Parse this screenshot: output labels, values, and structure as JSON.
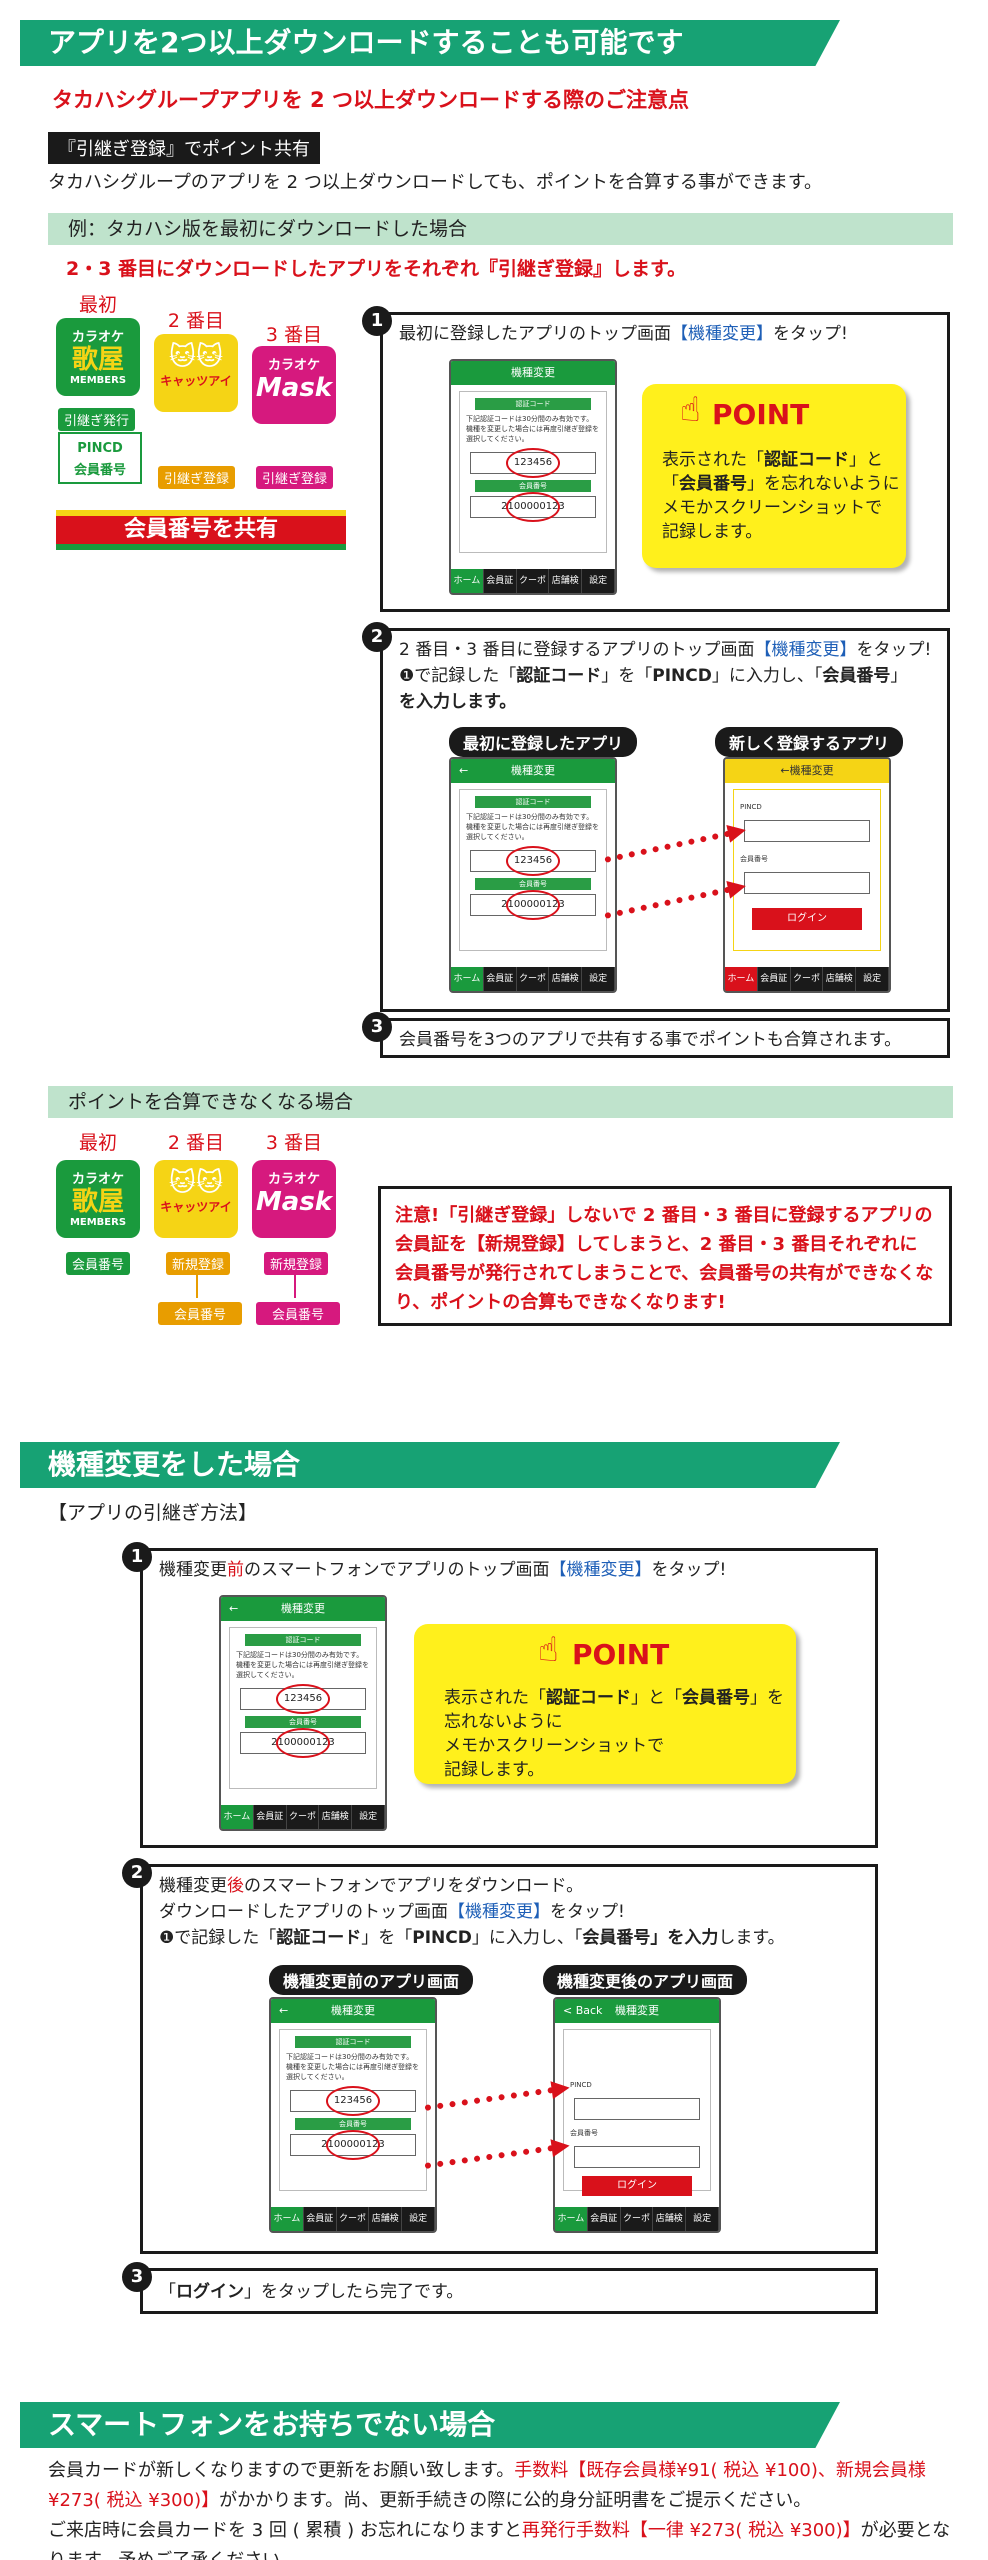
{
  "s1": {
    "title": "アプリを2つ以上ダウンロードすることも可能です",
    "lead": "タカハシグループアプリを 2 つ以上ダウンロードする際のご注意点",
    "label": "『引継ぎ登録』でポイント共有",
    "desc": "タカハシグループのアプリを 2 つ以上ダウンロードしても、ポイントを合算する事ができます。",
    "example_bar": "例：タカハシ版を最初にダウンロードした場合",
    "example_note": "2・3 番目にダウンロードしたアプリをそれぞれ『引継ぎ登録』します。",
    "order_labels": [
      "最初",
      "2 番目",
      "3 番目"
    ],
    "logo1": {
      "l1": "カラオケ",
      "l2": "歌屋",
      "l3": "MEMBERS"
    },
    "logo2": {
      "l1": "",
      "l2": "🐱🐱",
      "l3": "キャッツアイ"
    },
    "logo3": {
      "l1": "カラオケ",
      "l2": "Mask",
      "l3": ""
    },
    "hikitsugi_issue": "引継ぎ発行",
    "pincd": "PINCD",
    "member_no": "会員番号",
    "hikitsugi": "引継ぎ登録",
    "share_bar": "会員番号を共有",
    "step1_text_a": "最初に登録したアプリのトップ画面",
    "step1_text_b": "【機種変更】",
    "step1_text_c": "をタップ!",
    "step2_text_a": "2 番目・3 番目に登録するアプリのトップ画面",
    "step2_text_b": "【機種変更】",
    "step2_text_c": "をタップ!",
    "step2_line2_a": "❶で記録した「",
    "step2_line2_b": "認証コード",
    "step2_line2_c": "」を「",
    "step2_line2_d": "PINCD",
    "step2_line2_e": "」に入力し、「",
    "step2_line2_f": "会員番号",
    "step2_line2_g": "」",
    "step2_line3": "を入力します。",
    "pill_first": "最初に登録したアプリ",
    "pill_new": "新しく登録するアプリ",
    "step3_text": "会員番号を3つのアプリで共有する事でポイントも合算されます。",
    "fail_bar": "ポイントを合算できなくなる場合",
    "new_reg": "新規登録",
    "warning": "注意!「引継ぎ登録」しないで 2 番目・3 番目に登録するアプリの会員証を【新規登録】してしまうと、2 番目・3 番目それぞれに会員番号が発行されてしまうことで、会員番号の共有ができなくなり、ポイントの合算もできなくなります!"
  },
  "point": {
    "title": "POINT",
    "text_a": "表示された「",
    "code": "認証コード",
    "text_b": "」と",
    "text_c": "「",
    "member": "会員番号",
    "text_d": "」を忘れないように",
    "text_e": "メモかスクリーンショットで",
    "text_f": "記録します。"
  },
  "phone": {
    "header": "機種変更",
    "code_label": "認証コード",
    "small_text": "下記認証コードは30分間のみ有効です。機種を変更した場合には再度引継ぎ登録を選択してください。",
    "code": "123456",
    "member_label": "会員番号",
    "member": "2100000123",
    "footer": [
      "ホーム",
      "会員証",
      "クーポン",
      "店舗検索",
      "設定"
    ],
    "pincd_label": "PINCD",
    "member_label2": "会員番号",
    "login": "ログイン",
    "back": "< Back",
    "arrow": "←"
  },
  "s2": {
    "title": "機種変更をした場合",
    "sub": "【アプリの引継ぎ方法】",
    "step1_a": "機種変更",
    "step1_b": "前",
    "step1_c": "のスマートフォンでアプリのトップ画面",
    "step1_d": "【機種変更】",
    "step1_e": "をタップ!",
    "step2_l1_a": "機種変更",
    "step2_l1_b": "後",
    "step2_l1_c": "のスマートフォンでアプリをダウンロード。",
    "step2_l2_a": "ダウンロードしたアプリのトップ画面",
    "step2_l2_b": "【機種変更】",
    "step2_l2_c": "をタップ!",
    "step2_l3_a": "❶で記録した「",
    "step2_l3_b": "認証コード",
    "step2_l3_c": "」を「",
    "step2_l3_d": "PINCD",
    "step2_l3_e": "」に入力し、「",
    "step2_l3_f": "会員番号",
    "step2_l3_g": "」を入力",
    "step2_l3_h": "します。",
    "pill_before": "機種変更前のアプリ画面",
    "pill_after": "機種変更後のアプリ画面",
    "step3_a": "「",
    "step3_b": "ログイン",
    "step3_c": "」をタップしたら完了です。"
  },
  "s3": {
    "title": "スマートフォンをお持ちでない場合",
    "p1_a": "会員カードが新しくなりますので更新をお願い致します。",
    "p1_b": "手数料【既存会員様¥91( 税込 ¥100)、新規会員様 ¥273( 税込 ¥300)】",
    "p1_c": "がかかります。尚、更新手続きの際に公的身分証明書をご提示ください。",
    "p2_a": "ご来店時に会員カードを 3 回 ( 累積 ) お忘れになりますと",
    "p2_b": "再発行手数料【一律 ¥273( 税込 ¥300)】",
    "p2_c": "が必要となります。予めご了承ください。"
  },
  "colors": {
    "green": "#17a274",
    "red": "#d9111b",
    "blue": "#1e5fb7",
    "yellow": "#fff01c"
  }
}
